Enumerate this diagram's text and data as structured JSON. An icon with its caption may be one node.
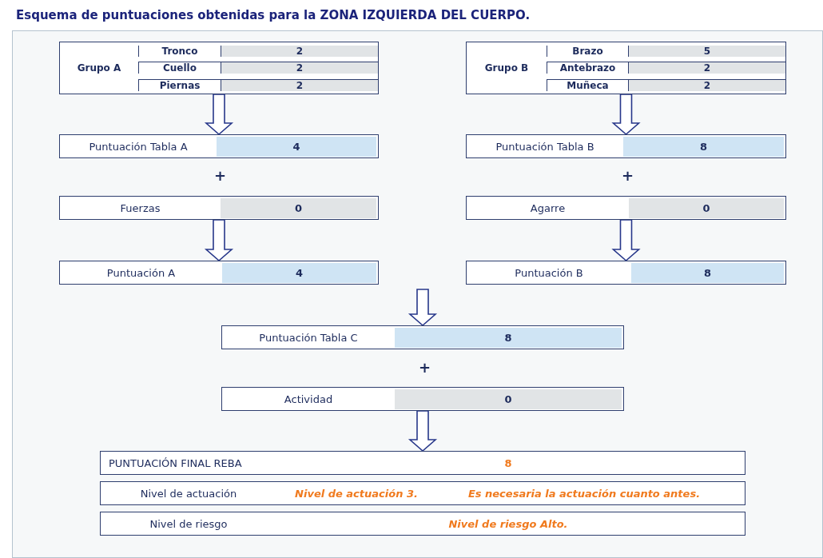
{
  "diagram": {
    "title": "Esquema de puntuaciones obtenidas para la ZONA IZQUIERDA DEL CUERPO.",
    "nodes": [
      {
        "text": [
          "Grupo A",
          "Tronco",
          "2",
          "Cuello",
          "2",
          "Piernas",
          "2"
        ]
      },
      {
        "text": [
          "Grupo B",
          "Brazo",
          "5",
          "Antebrazo",
          "2",
          "Muñeca",
          "2"
        ]
      },
      {
        "text": [
          "Puntuación Tabla A",
          "4"
        ]
      },
      {
        "text": [
          "Puntuación Tabla B",
          "8"
        ]
      },
      {
        "text": [
          "Fuerzas",
          "0"
        ]
      },
      {
        "text": [
          "Agarre",
          "0"
        ]
      },
      {
        "text": [
          "Puntuación A",
          "4"
        ]
      },
      {
        "text": [
          "Puntuación B",
          "8"
        ]
      },
      {
        "text": [
          "Puntuación Tabla C",
          "8"
        ]
      },
      {
        "text": [
          "Actividad",
          "0"
        ]
      },
      {
        "text": [
          "PUNTUACIÓN FINAL REBA",
          "8"
        ]
      },
      {
        "text": [
          "Nivel de actuación",
          "Nivel de actuación 3.",
          "Es necesaria la actuación cuanto antes."
        ]
      },
      {
        "text": [
          "Nivel de riesgo",
          "Nivel de riesgo Alto."
        ]
      }
    ],
    "edges": [
      {
        "from": 0,
        "to": 2,
        "arrow": "to"
      },
      {
        "from": 1,
        "to": 3,
        "arrow": "to"
      },
      {
        "from": 4,
        "to": 6,
        "arrow": "to"
      },
      {
        "from": 5,
        "to": 7,
        "arrow": "to"
      },
      {
        "from": null,
        "to": 8,
        "arrow": "to"
      },
      {
        "from": 9,
        "to": 10,
        "arrow": "to"
      }
    ],
    "labels": [
      "+",
      "+",
      "+"
    ]
  }
}
